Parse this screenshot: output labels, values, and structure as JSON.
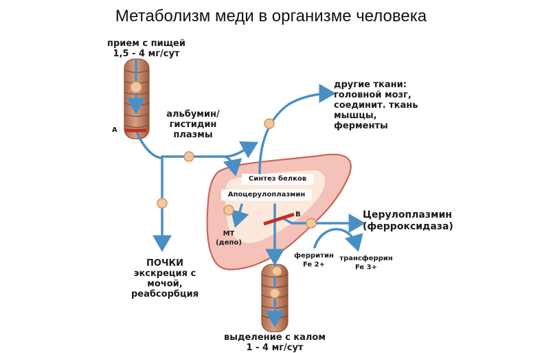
{
  "title": "Метаболизм меди в организме человека",
  "labels": {
    "intake_1": "прием с пищей",
    "intake_2": "1,5 - 4 мг/сут",
    "albumin_1": "альбумин/",
    "albumin_2": "гистидин",
    "albumin_3": "плазмы",
    "tissues_1": "другие ткани:",
    "tissues_2": "головной мозг,",
    "tissues_3": "соединит. ткань",
    "tissues_4": "мышцы,",
    "tissues_5": "ферменты",
    "protein_synthesis": "Синтез белков",
    "apoceruloplasmin": "Апоцерулоплазмин",
    "mt_1": "МТ",
    "mt_2": "(депо)",
    "ceruloplasmin_1": "Церулоплазмин",
    "ceruloplasmin_2": "(ферроксидаза)",
    "ferritin_1": "ферритин",
    "ferritin_2": "Fe 2+",
    "transferrin_1": "трансферрин",
    "transferrin_2": "Fe 3+",
    "kidneys_1": "ПОЧКИ",
    "kidneys_2": "экскреция с",
    "kidneys_3": "мочой,",
    "kidneys_4": "реабсорбция",
    "excretion_1": "выделение с калом",
    "excretion_2": "1 - 4 мг/сут",
    "marker_a": "A",
    "marker_b": "B"
  },
  "colors": {
    "arrow": "#4a8fc4",
    "node_fill": "#f3c7a0",
    "node_stroke": "#d4935a",
    "intestine": "#c98a6c",
    "intestine_dark": "#8d5238",
    "liver_fill": "#f4c2b8",
    "liver_stroke": "#c9645a",
    "liver_inner": "#fde8dc",
    "blocker": "#c0302a"
  }
}
